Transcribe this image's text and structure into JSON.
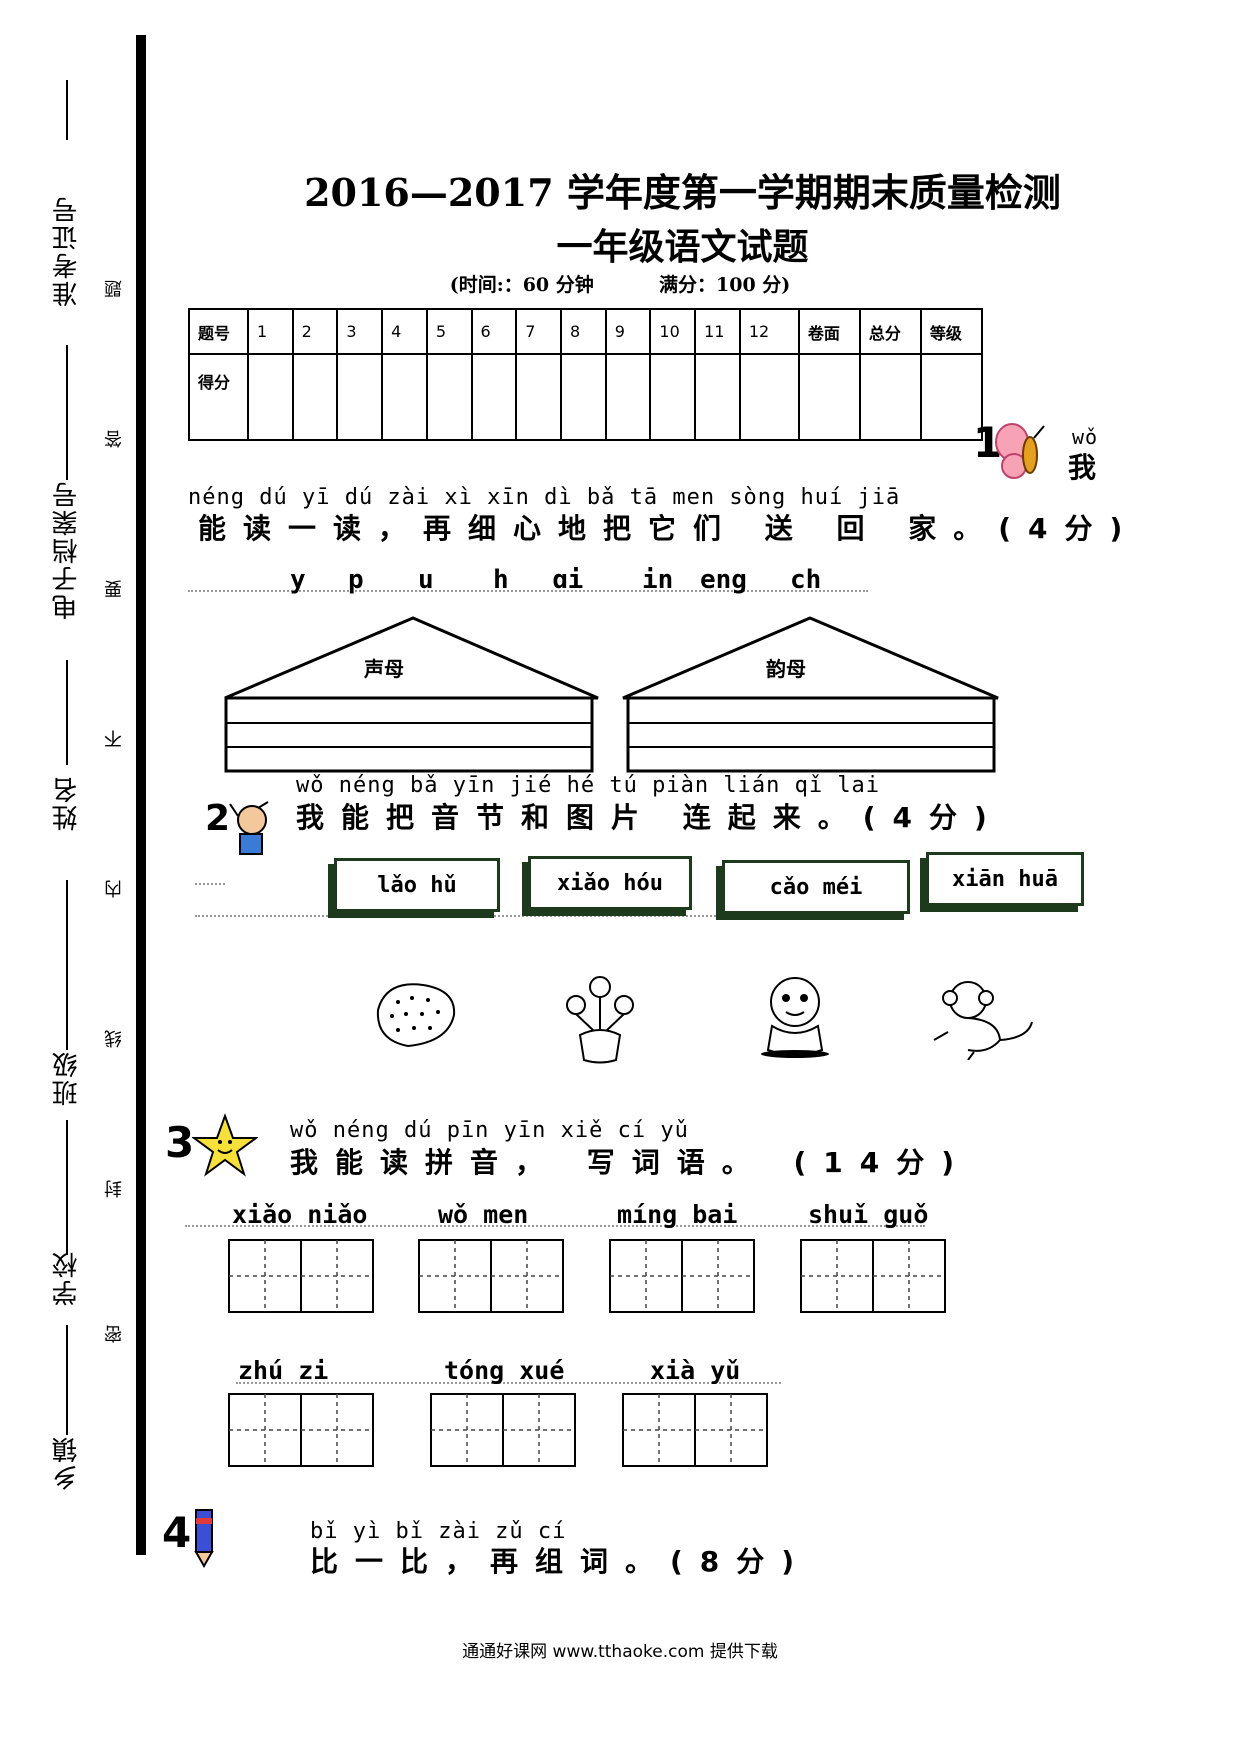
{
  "side": {
    "fields": [
      "准考证号",
      "电子档案号",
      "姓名",
      "班级",
      "学校",
      "乡镇"
    ],
    "seal_chars": [
      "题",
      "答",
      "要",
      "不",
      "内",
      "线",
      "封",
      "密"
    ]
  },
  "header": {
    "title": "2016—2017 学年度第一学期期末质量检测",
    "subtitle": "一年级语文试题",
    "time": "(时间:：60 分钟",
    "full_score": "满分：100 分)"
  },
  "score_table": {
    "row1": [
      "题号",
      "1",
      "2",
      "3",
      "4",
      "5",
      "6",
      "7",
      "8",
      "9",
      "10",
      "11",
      "12",
      "卷面",
      "总分",
      "等级"
    ],
    "row2_label": "得分"
  },
  "q1": {
    "number": "1",
    "badge_pinyin": "wǒ",
    "badge_char": "我",
    "pinyin": "néng  dú  yī  dú   zài  xì  xīn  dì  bǎ  tā  men  sòng  huí  jiā",
    "text": "能读一读，再细心地把它们 送 回 家。(4分)",
    "letters": [
      "y",
      "p",
      "u",
      "h",
      "ɑi",
      "in",
      "eng",
      "ch"
    ],
    "house_left": "声母",
    "house_right": "韵母"
  },
  "q2": {
    "number": "2",
    "pinyin": "wǒ  néng  bǎ  yīn  jié  hé  tú  piàn  lián  qǐ  lai",
    "text": "我能把音节和图片 连起来。(4分)",
    "cards": [
      "lǎo  hǔ",
      "xiǎo hóu",
      "cǎo méi",
      "xiān  huā"
    ],
    "pictures": [
      "strawberry-icon",
      "flower-pot-icon",
      "tiger-icon",
      "monkey-icon"
    ]
  },
  "q3": {
    "number": "3",
    "pinyin": "wǒ  néng  dú  pīn  yīn    xiě  cí  yǔ",
    "text": "我能读拼音， 写词语。 (14分)",
    "row1": [
      "xiǎo niǎo",
      "wǒ  men",
      "míng  bai",
      "shuǐ  guǒ"
    ],
    "row2": [
      "zhú   zi",
      "tóng xué",
      "xià  yǔ"
    ]
  },
  "q4": {
    "number": "4",
    "pinyin": "bǐ  yì  bǐ   zài  zǔ  cí",
    "text": "比一比，再组词。(8分)"
  },
  "footer": "通通好课网  www.tthaoke.com  提供下载"
}
